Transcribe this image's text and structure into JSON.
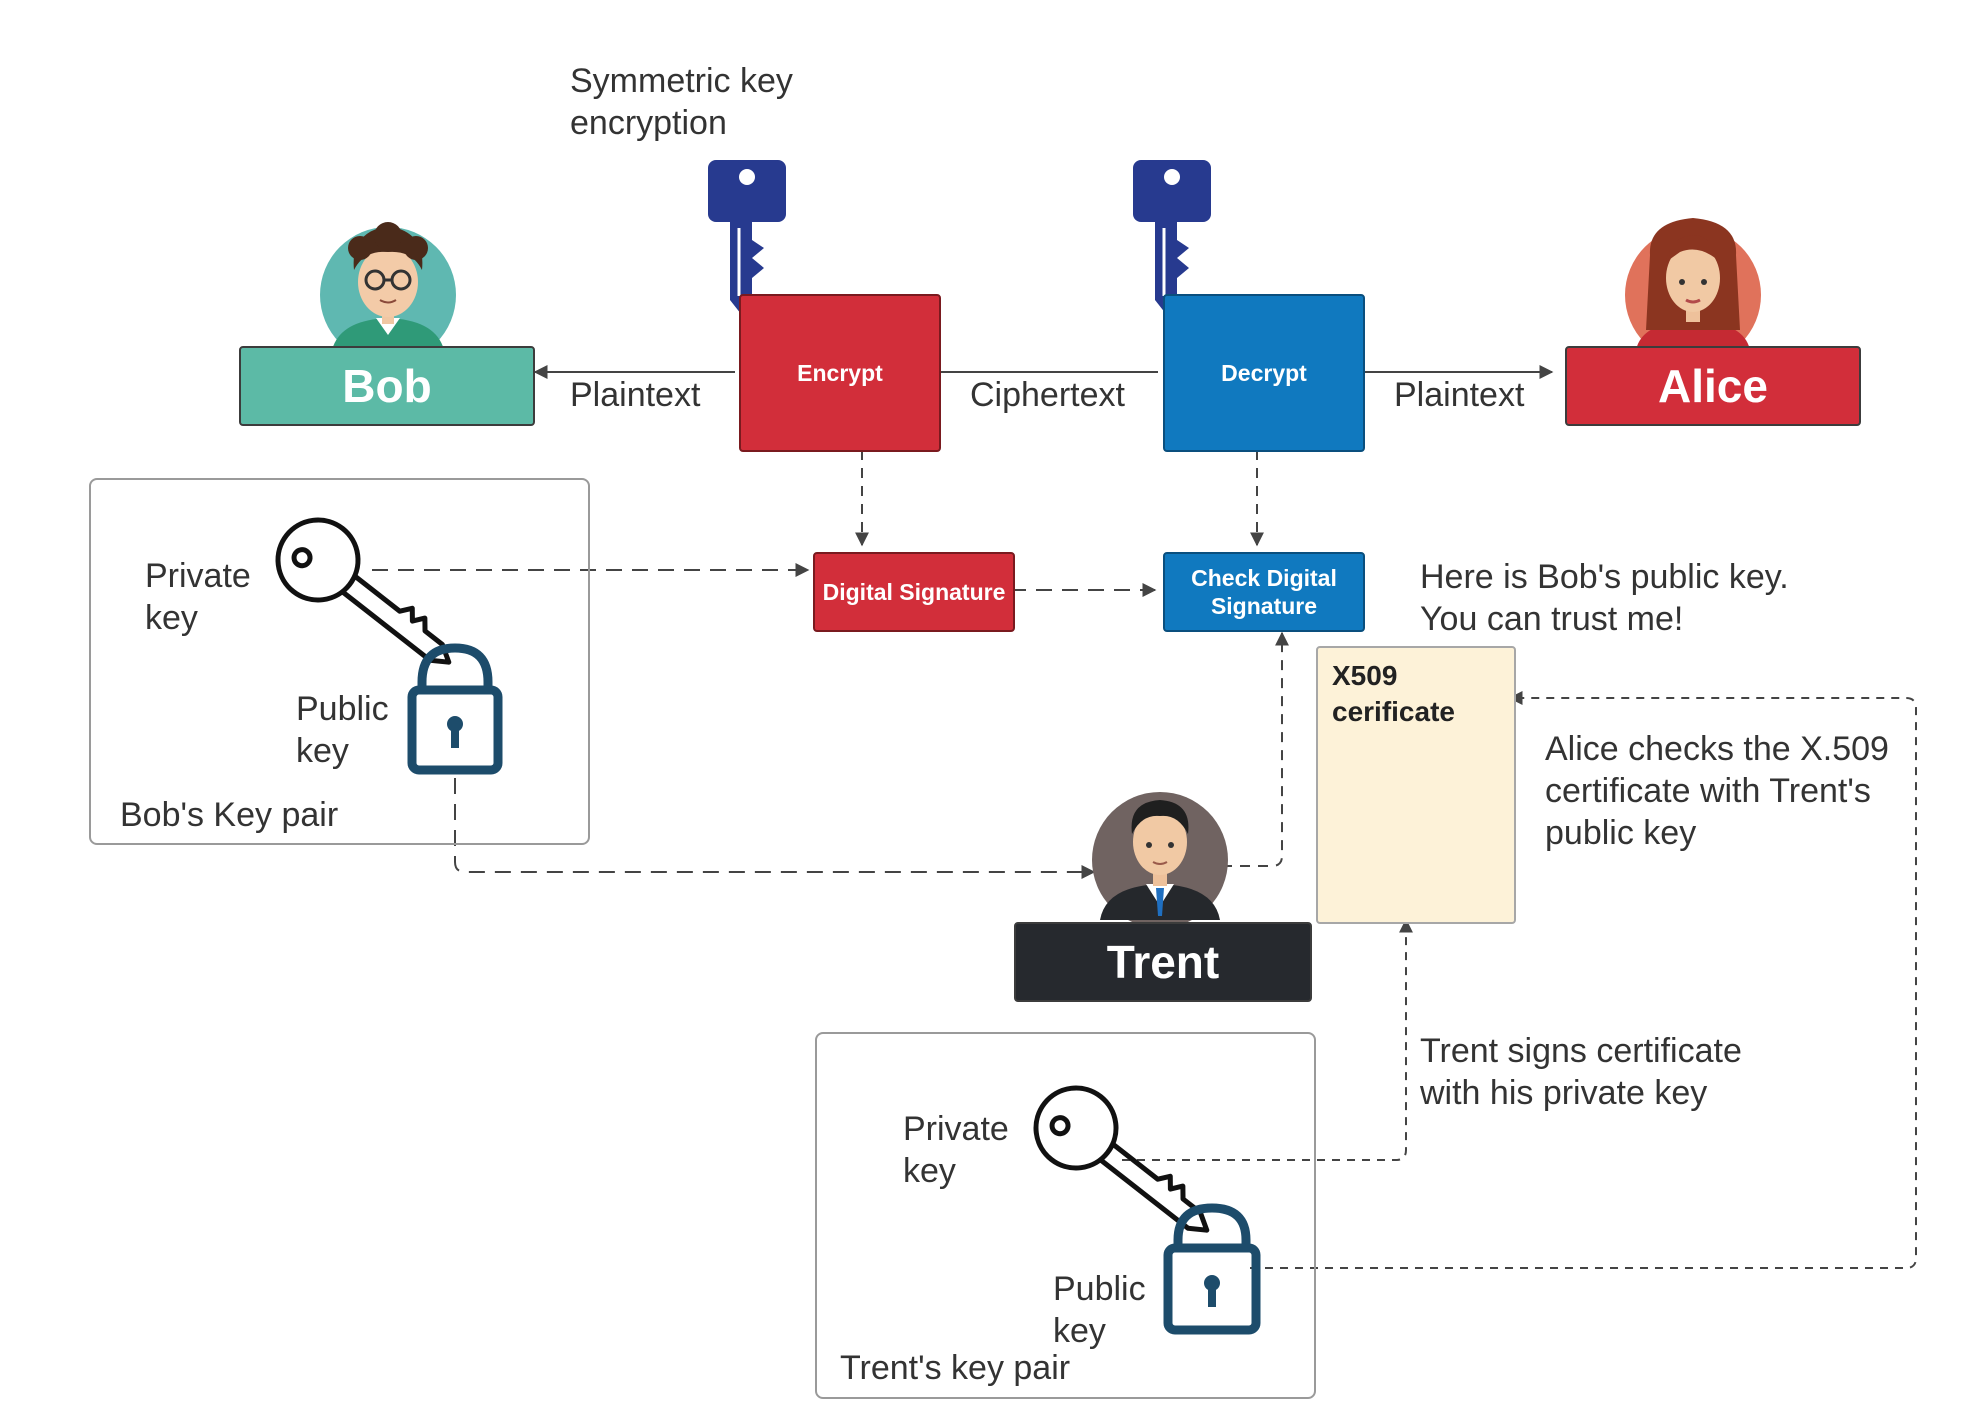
{
  "labels": {
    "symmetric": "Symmetric key\nencryption",
    "plaintext_left": "Plaintext",
    "ciphertext": "Ciphertext",
    "plaintext_right": "Plaintext",
    "bob_private_key": "Private\nkey",
    "bob_public_key": "Public\nkey",
    "bob_key_pair": "Bob's Key pair",
    "trust_note": "Here is Bob's public key.\nYou can trust me!",
    "alice_checks": "Alice checks the X.509\ncertificate with Trent's\npublic key",
    "trent_signs": "Trent signs certificate\nwith his private key",
    "trent_private_key": "Private\nkey",
    "trent_public_key": "Public\nkey",
    "trent_key_pair": "Trent's key pair"
  },
  "nodes": {
    "bob": "Bob",
    "alice": "Alice",
    "trent": "Trent",
    "encrypt": "Encrypt",
    "decrypt": "Decrypt",
    "digital_signature": "Digital Signature",
    "check_signature": "Check Digital\nSignature",
    "certificate": "X509\ncerificate"
  },
  "colors": {
    "bob": "#5cbaa6",
    "alice": "#d22e3a",
    "trent": "#26292e",
    "encrypt": "#d22e3a",
    "decrypt": "#1079bf",
    "certificate_fill": "#fdf2d8",
    "key_blue": "#273a8f",
    "lock_teal": "#1d4c6b"
  }
}
